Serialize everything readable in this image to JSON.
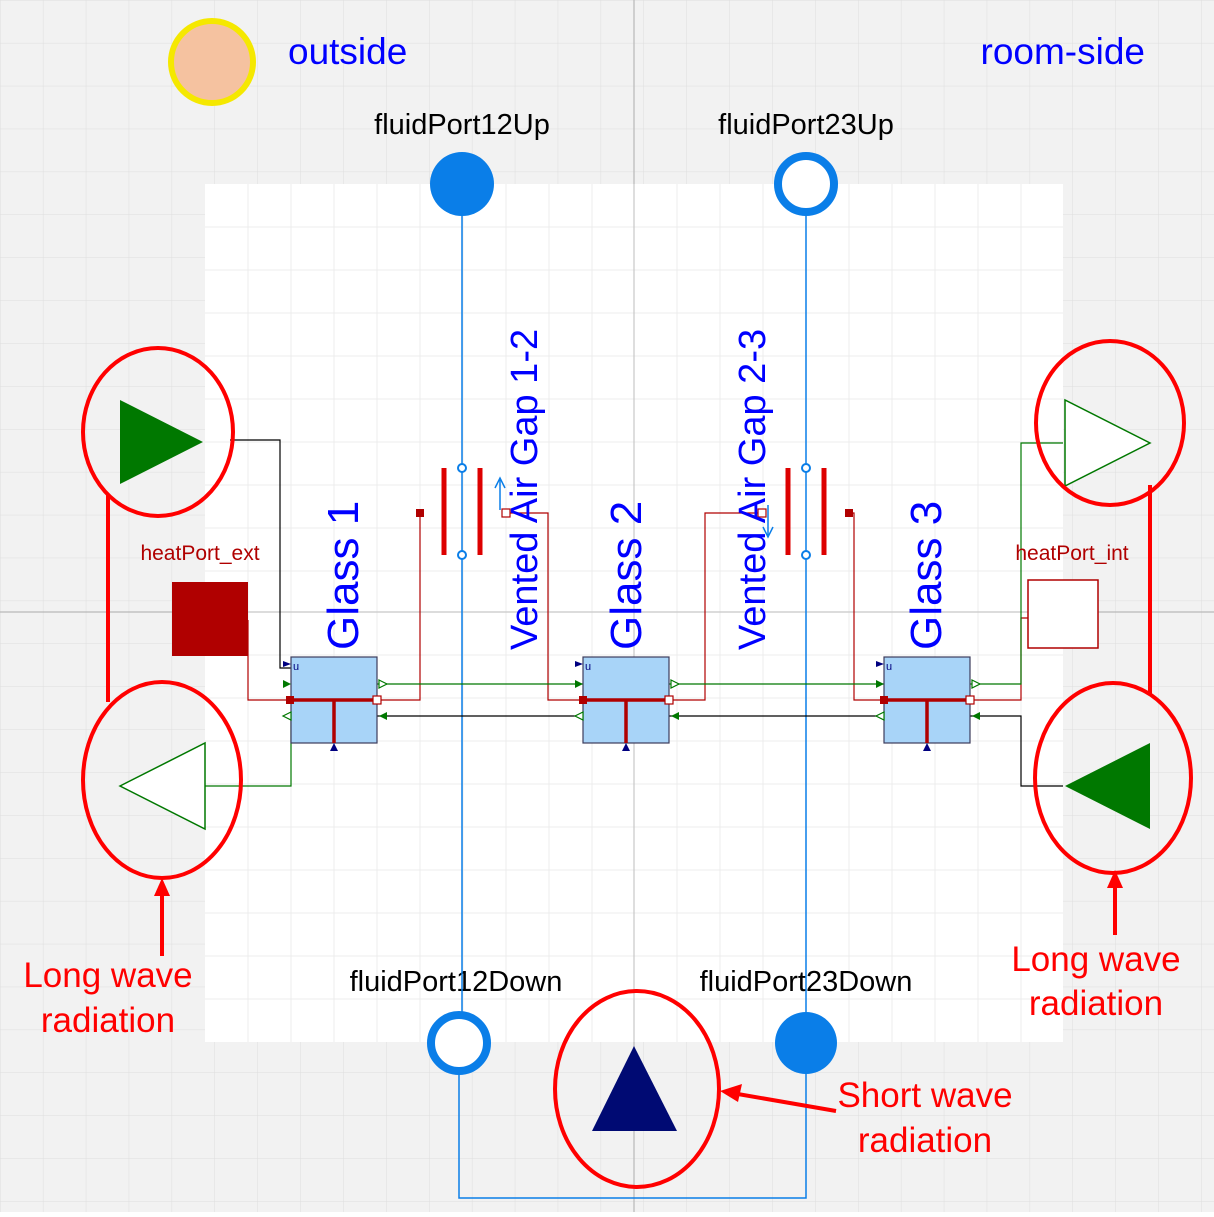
{
  "labels": {
    "outside": "outside",
    "room_side": "room-side",
    "fluid_port_12_up": "fluidPort12Up",
    "fluid_port_23_up": "fluidPort23Up",
    "fluid_port_12_down": "fluidPort12Down",
    "fluid_port_23_down": "fluidPort23Down",
    "heat_port_ext": "heatPort_ext",
    "heat_port_int": "heatPort_int",
    "glass_1": "Glass 1",
    "glass_2": "Glass 2",
    "glass_3": "Glass 3",
    "air_gap_12": "Vented Air Gap 1-2",
    "air_gap_23": "Vented Air Gap 2-3",
    "glass_input_u": "u",
    "long_wave_left_line1": "Long wave",
    "long_wave_left_line2": "radiation",
    "long_wave_right_line1": "Long wave",
    "long_wave_right_line2": "radiation",
    "short_wave_line1": "Short wave",
    "short_wave_line2": "radiation"
  },
  "colors": {
    "label_blue": "#0000ff",
    "port_blue": "#0a7ee8",
    "heat_red": "#b00000",
    "annotation_red": "#ff0000",
    "signal_green": "#007800",
    "glass_fill": "#a8d4f8",
    "sun_fill": "#f5c2a0",
    "sun_stroke": "#f5e800"
  },
  "icons": {
    "sun": "sun-icon",
    "real_input": "green-filled-triangle",
    "real_output": "green-hollow-triangle",
    "short_wave_input": "navy-filled-triangle"
  }
}
